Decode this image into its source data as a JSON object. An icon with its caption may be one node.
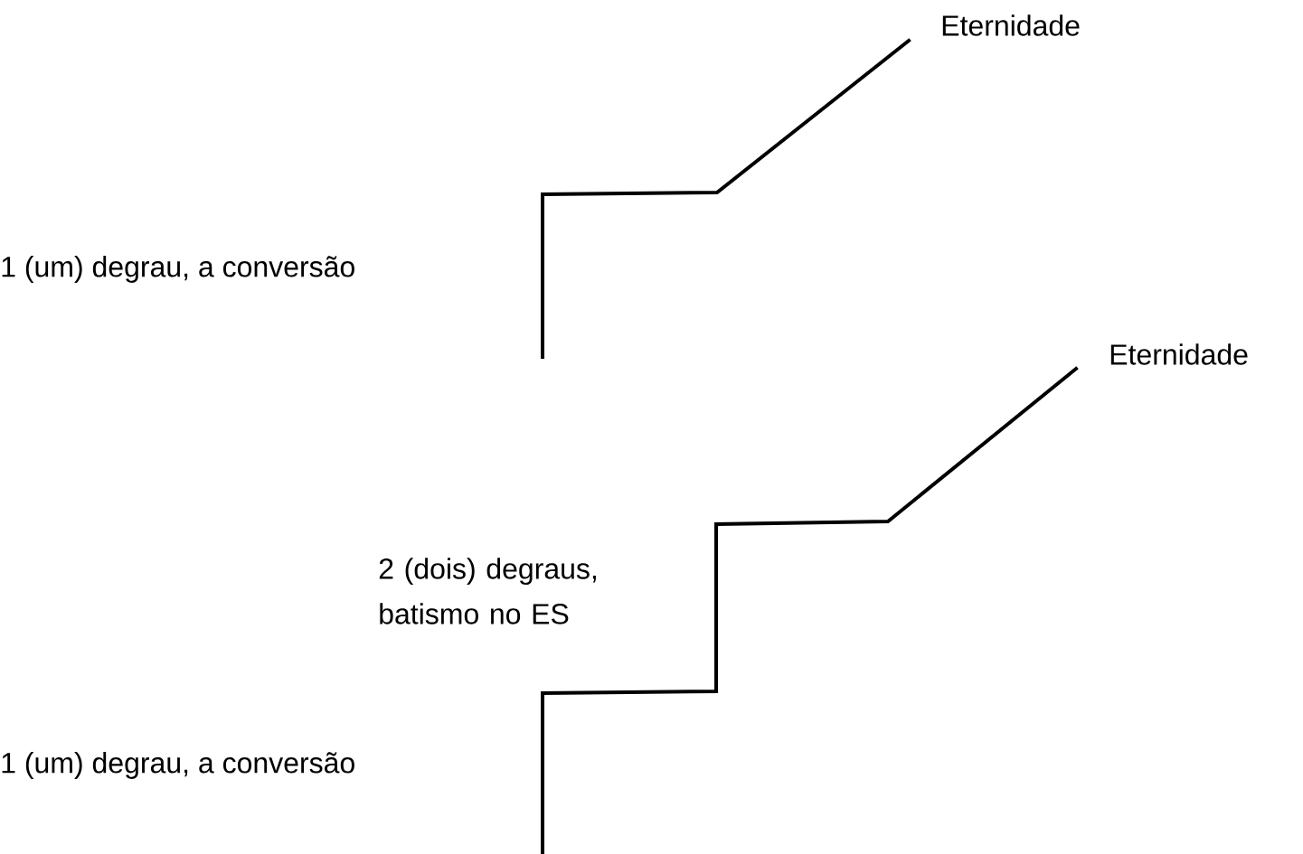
{
  "diagram": {
    "labels": [
      "Eternidade",
      "1 (um) degrau, a conversão",
      "Eternidade",
      "2 (dois) degraus, batismo no ES",
      "1 (um) degrau, a conversão"
    ]
  }
}
